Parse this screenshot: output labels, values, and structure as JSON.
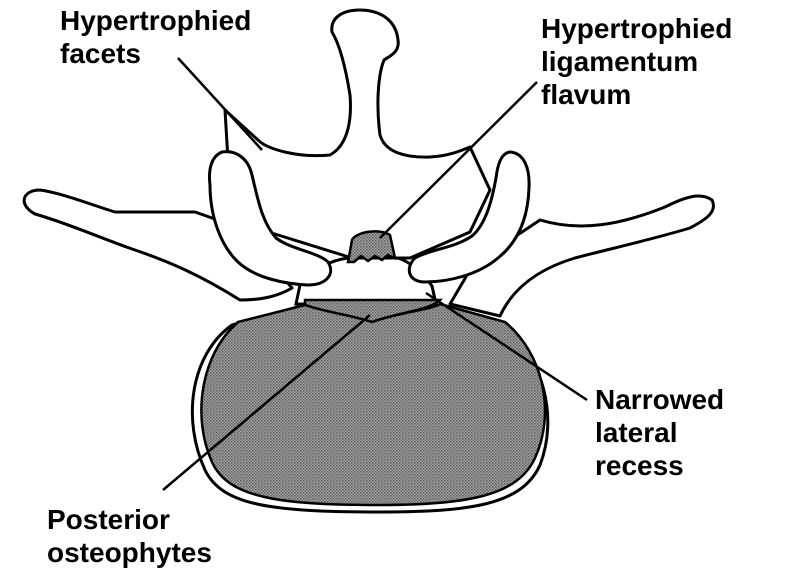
{
  "labels": {
    "hypertrophied_facets": [
      "Hypertrophied",
      "facets"
    ],
    "hypertrophied_ligamentum_flavum": [
      "Hypertrophied",
      "ligamentum",
      "flavum"
    ],
    "narrowed_lateral_recess": [
      "Narrowed",
      "lateral",
      "recess"
    ],
    "posterior_osteophytes": [
      "Posterior",
      "osteophytes"
    ]
  },
  "colors": {
    "outline": "#000000",
    "bone_fill": "#ffffff",
    "shading": "#7a7a7a"
  }
}
